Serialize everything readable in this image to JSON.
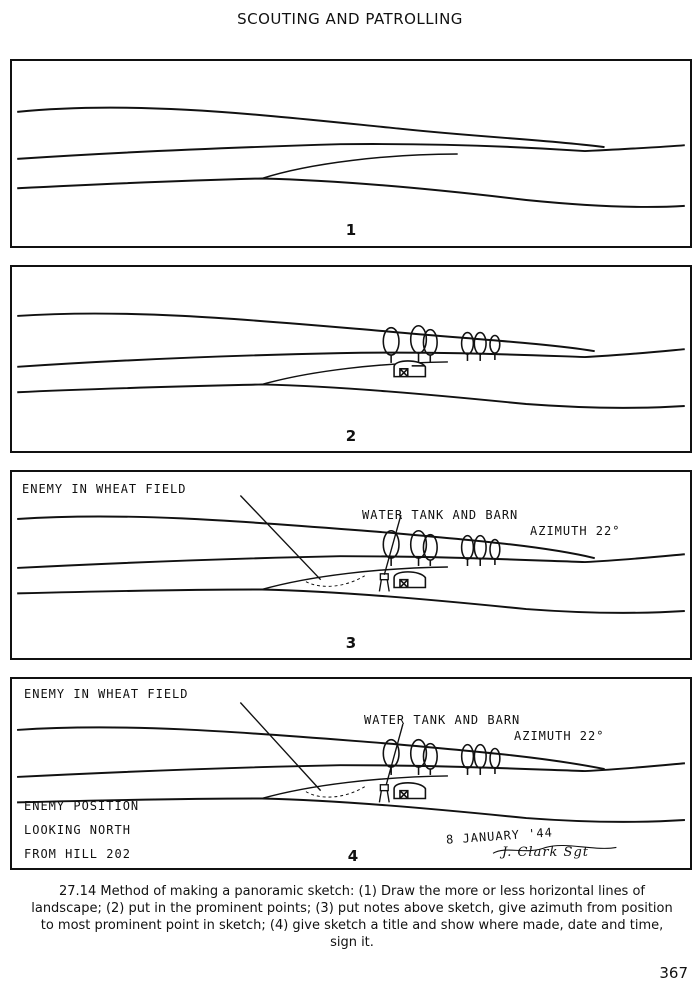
{
  "header": {
    "running_title": "SCOUTING AND PATROLLING"
  },
  "panels": [
    {
      "number": "1"
    },
    {
      "number": "2"
    },
    {
      "number": "3",
      "note_enemy": "ENEMY IN WHEAT FIELD",
      "note_tank": "WATER TANK AND BARN",
      "note_azimuth": "AZIMUTH 22°"
    },
    {
      "number": "4",
      "note_enemy": "ENEMY IN WHEAT FIELD",
      "note_tank": "WATER TANK AND BARN",
      "note_azimuth": "AZIMUTH 22°",
      "title_line1": "ENEMY POSITION",
      "title_line2": "LOOKING NORTH",
      "title_line3": "FROM HILL 202",
      "date": "8 JANUARY '44",
      "signature": "J. Clark Sgt"
    }
  ],
  "caption": "27.14 Method of making a panoramic sketch: (1) Draw the more or less horizontal lines of landscape; (2) put in the prominent points; (3) put notes above sketch, give azimuth from position to most prominent point in sketch; (4) give sketch a title and show where made, date and time, sign it.",
  "page_number": "367"
}
